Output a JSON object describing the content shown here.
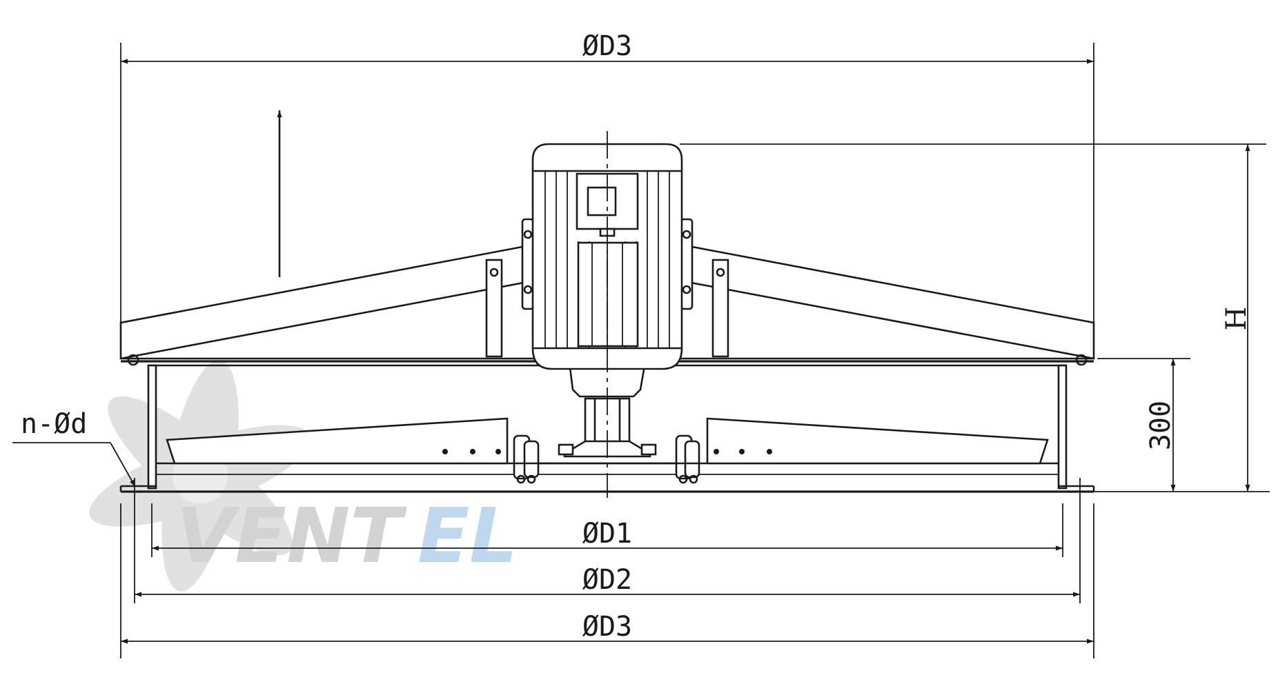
{
  "labels": {
    "d3_top": "ØD3",
    "d1": "ØD1",
    "d2": "ØD2",
    "d3_bottom": "ØD3",
    "height": "H",
    "ring_height": "300",
    "holes": "n-Ød"
  },
  "watermark": {
    "brand_part1": "VENT",
    "brand_part2": "EL",
    "color_gray": "#c9c9c9",
    "color_blue": "#b7d4ee"
  }
}
